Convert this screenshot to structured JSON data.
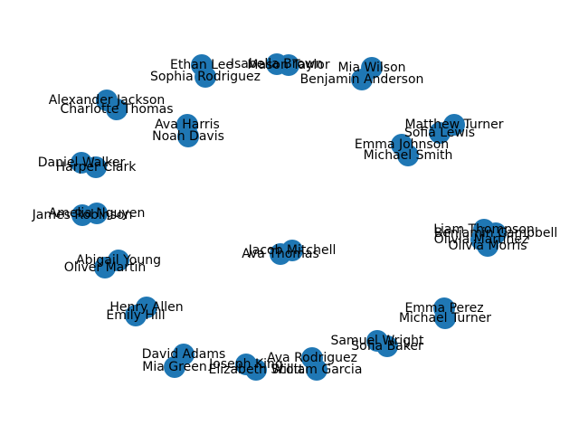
{
  "colors": {
    "node": "#1f77b4",
    "label": "#000000",
    "background": "#ffffff"
  },
  "pairs": [
    {
      "a": "Ethan Lee",
      "b": "Sophia Rodriguez"
    },
    {
      "a": "Isabella Brown",
      "b": "Mason Taylor"
    },
    {
      "a": "Mia Wilson",
      "b": "Benjamin Anderson"
    },
    {
      "a": "Alexander Jackson",
      "b": "Charlotte Thomas"
    },
    {
      "a": "Ava Harris",
      "b": "Noah Davis"
    },
    {
      "a": "Matthew Turner",
      "b": "Sofia Lewis"
    },
    {
      "a": "Emma Johnson",
      "b": "Michael Smith"
    },
    {
      "a": "Daniel Walker",
      "b": "Harper Clark"
    },
    {
      "a": "Amelia Nguyen",
      "b": "James Robinson"
    },
    {
      "a": "Liam Thompson",
      "b": "Olivia Morris"
    },
    {
      "a": "Benjamin Campbell",
      "b": "Olivia Martinez"
    },
    {
      "a": "Jacob Mitchell",
      "b": "Ava Thomas"
    },
    {
      "a": "Abigail Young",
      "b": "Oliver Martin"
    },
    {
      "a": "Emma Perez",
      "b": "Michael Turner"
    },
    {
      "a": "Henry Allen",
      "b": "Emily Hill"
    },
    {
      "a": "Samuel Wright",
      "b": "Sofia Baker"
    },
    {
      "a": "David Adams",
      "b": "Mia Green"
    },
    {
      "a": "Ava Rodriguez",
      "b": "William Garcia"
    },
    {
      "a": "Joseph King",
      "b": "Elizabeth Scott"
    }
  ]
}
